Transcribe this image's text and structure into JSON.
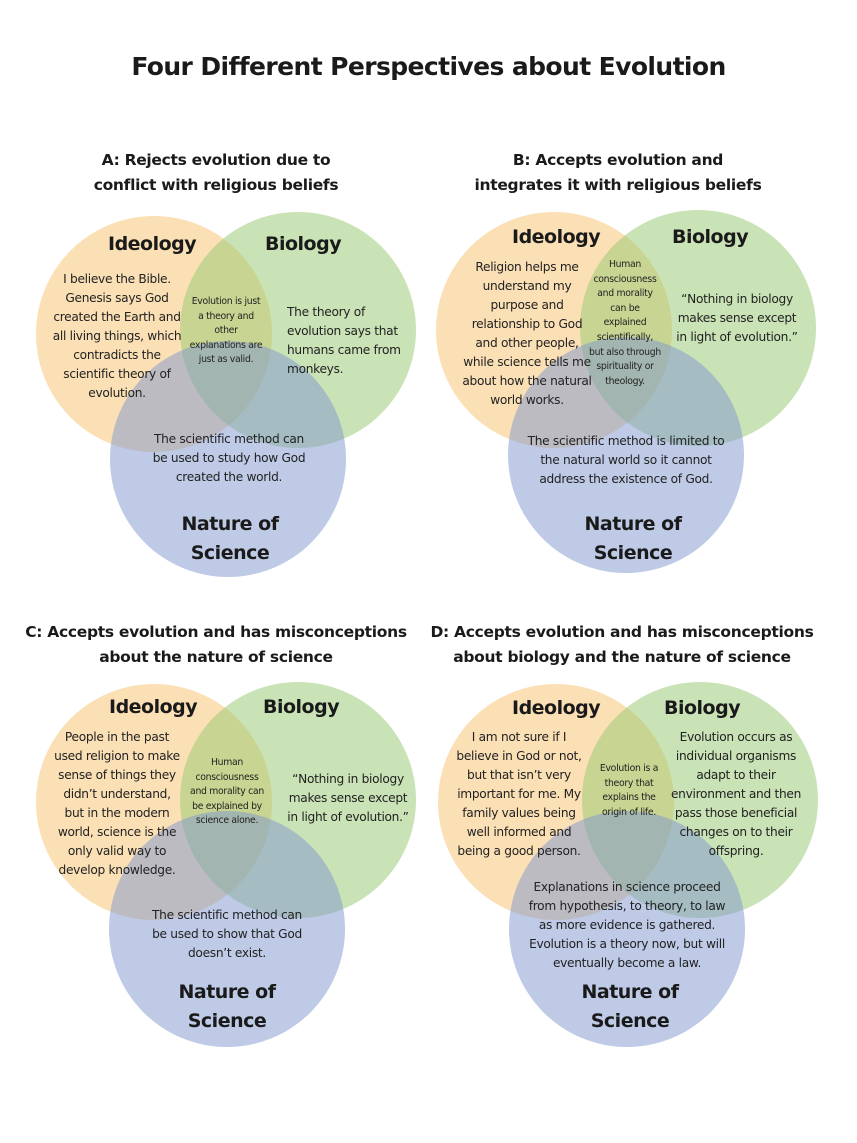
{
  "title": "Four Different Perspectives about Evolution",
  "colors": {
    "ideology": "#f9dfb5",
    "biology": "#cde3b8",
    "nature_of_science": "#bdc9e1"
  },
  "circle_labels": {
    "ideology": "Ideology",
    "biology": "Biology",
    "nos_line1": "Nature of",
    "nos_line2": "Science"
  },
  "diagrams": [
    {
      "id": "A",
      "title_line1": "A: Rejects evolution due to",
      "title_line2": "conflict with religious beliefs",
      "ideology_text": "I believe the Bible. Genesis says God created the Earth and all living things, which contradicts the scientific theory of evolution.",
      "center_text": "Evolution is just a theory and other explanations are just as valid.",
      "biology_text": "The theory of evolution says that humans came from monkeys.",
      "nos_text": "The scientific method can be used to study how God created the world."
    },
    {
      "id": "B",
      "title_line1": "B: Accepts evolution and",
      "title_line2": "integrates it with religious beliefs",
      "ideology_text": "Religion helps me understand my purpose and relationship to God and other people, while science tells me about how the natural world works.",
      "center_text": "Human consciousness and morality can be explained scientifically, but also through spirituality or theology.",
      "biology_text": "“Nothing in biology makes sense except in light of evolution.”",
      "nos_text": "The scientific method is limited to the natural world so it cannot address the existence of God."
    },
    {
      "id": "C",
      "title_line1": "C: Accepts evolution and has misconceptions",
      "title_line2": "about the nature of science",
      "ideology_text": "People in the past used religion to make sense of things they didn’t understand, but in the modern world, science is the only valid way to develop knowledge.",
      "center_text": "Human consciousness and morality can be explained by science alone.",
      "biology_text": "“Nothing in biology makes sense except in light of evolution.”",
      "nos_text": "The scientific method can be used to show that God doesn’t exist."
    },
    {
      "id": "D",
      "title_line1": "D: Accepts evolution and has misconceptions",
      "title_line2": "about biology and the nature of science",
      "ideology_text": "I am not sure if I believe in God or not, but that isn’t very important for me. My family values being well informed and being a good person.",
      "center_text": "Evolution is a theory that explains the origin of life.",
      "biology_text": "Evolution occurs as individual organisms adapt to their environment and then pass those beneficial changes on to their offspring.",
      "nos_text": "Explanations in science proceed from hypothesis, to theory, to law as more evidence is gathered. Evolution is a theory now, but will eventually become a law."
    }
  ]
}
